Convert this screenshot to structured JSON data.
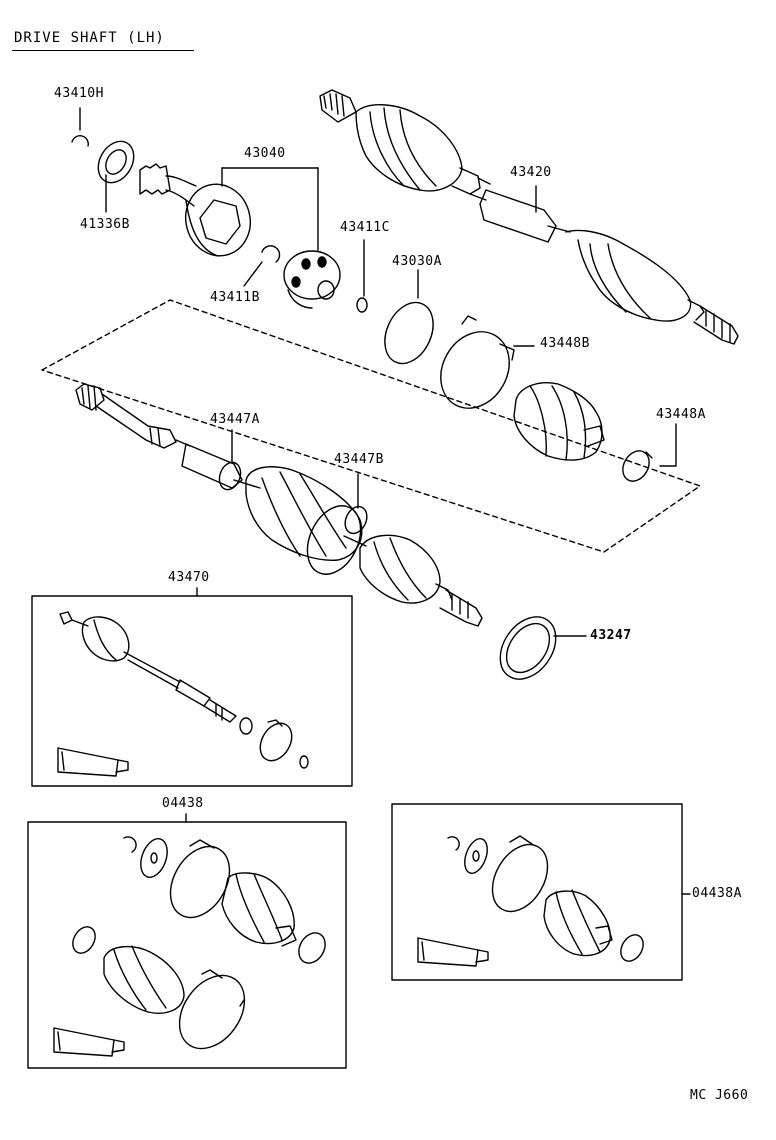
{
  "title": "DRIVE SHAFT (LH)",
  "drawing_code": "MC J660",
  "parts": {
    "p43410H": "43410H",
    "p41336B": "41336B",
    "p43040": "43040",
    "p43411B": "43411B",
    "p43411C": "43411C",
    "p43420": "43420",
    "p43030A": "43030A",
    "p43448B": "43448B",
    "p43447A": "43447A",
    "p43447B": "43447B",
    "p43448A": "43448A",
    "p43470": "43470",
    "p43247": "43247",
    "p04438": "04438",
    "p04438A": "04438A"
  }
}
